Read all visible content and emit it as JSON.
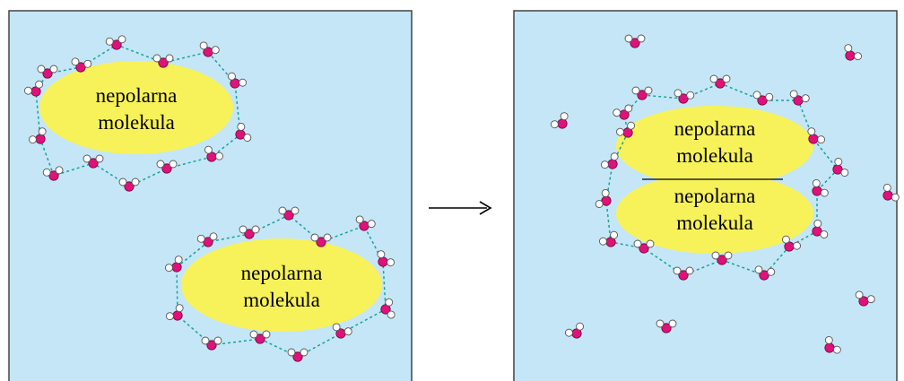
{
  "left_panel": {
    "molecule_1_label": [
      "nepolarna",
      "molekula"
    ],
    "molecule_2_label": [
      "nepolarna",
      "molekula"
    ]
  },
  "arrow": "→",
  "right_panel": {
    "molecule_top_label": [
      "nepolarna",
      "molekula"
    ],
    "molecule_bottom_label": [
      "nepolarna",
      "molekula"
    ]
  },
  "colors": {
    "water_background": "#c5e6f7",
    "nonpolar_molecule": "#f7f259",
    "oxygen": "#e0117a",
    "hydrogen": "#ffffff",
    "hydrogen_bond": "#17a39a"
  },
  "icons": {
    "water_molecule": "water-molecule-icon"
  }
}
